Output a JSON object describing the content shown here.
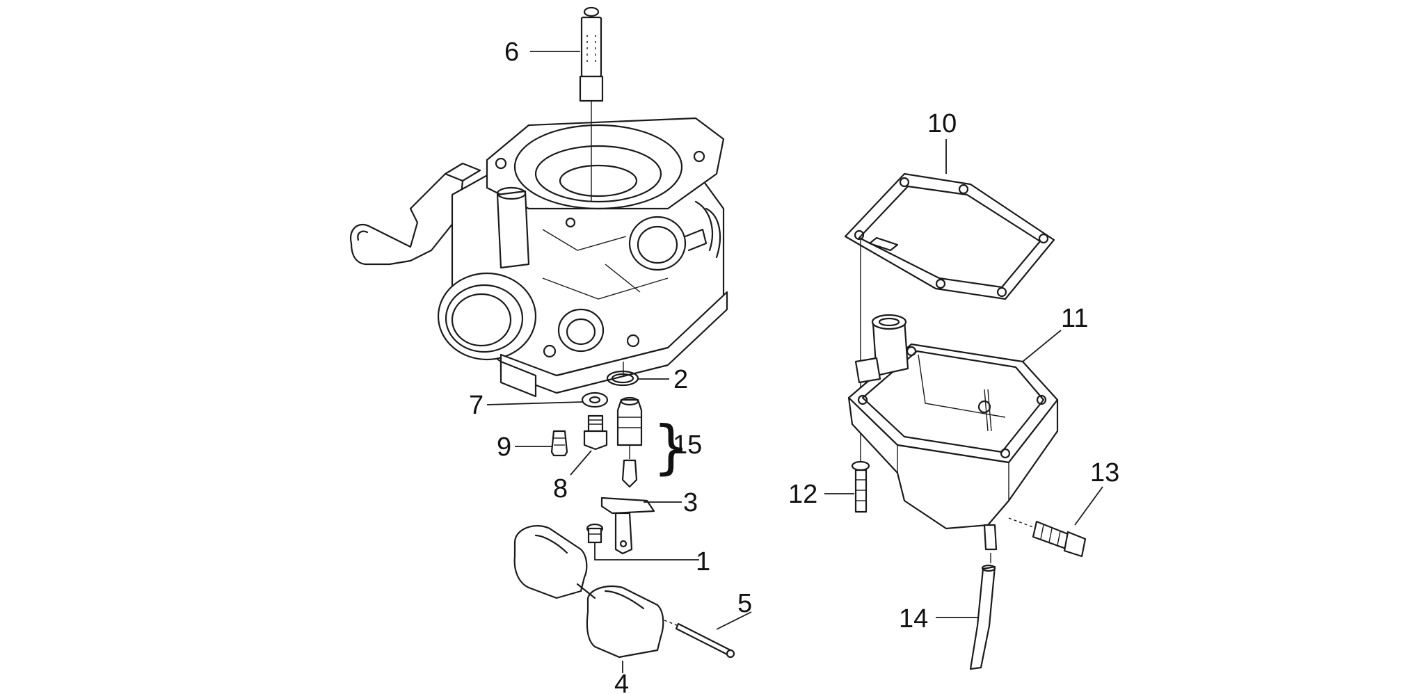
{
  "callouts": {
    "c1": "1",
    "c2": "2",
    "c3": "3",
    "c4": "4",
    "c5": "5",
    "c6": "6",
    "c7": "7",
    "c8": "8",
    "c9": "9",
    "c10": "10",
    "c11": "11",
    "c12": "12",
    "c13": "13",
    "c14": "14",
    "c15": "15"
  },
  "colors": {
    "line": "#1a1a1a",
    "background": "#ffffff"
  }
}
